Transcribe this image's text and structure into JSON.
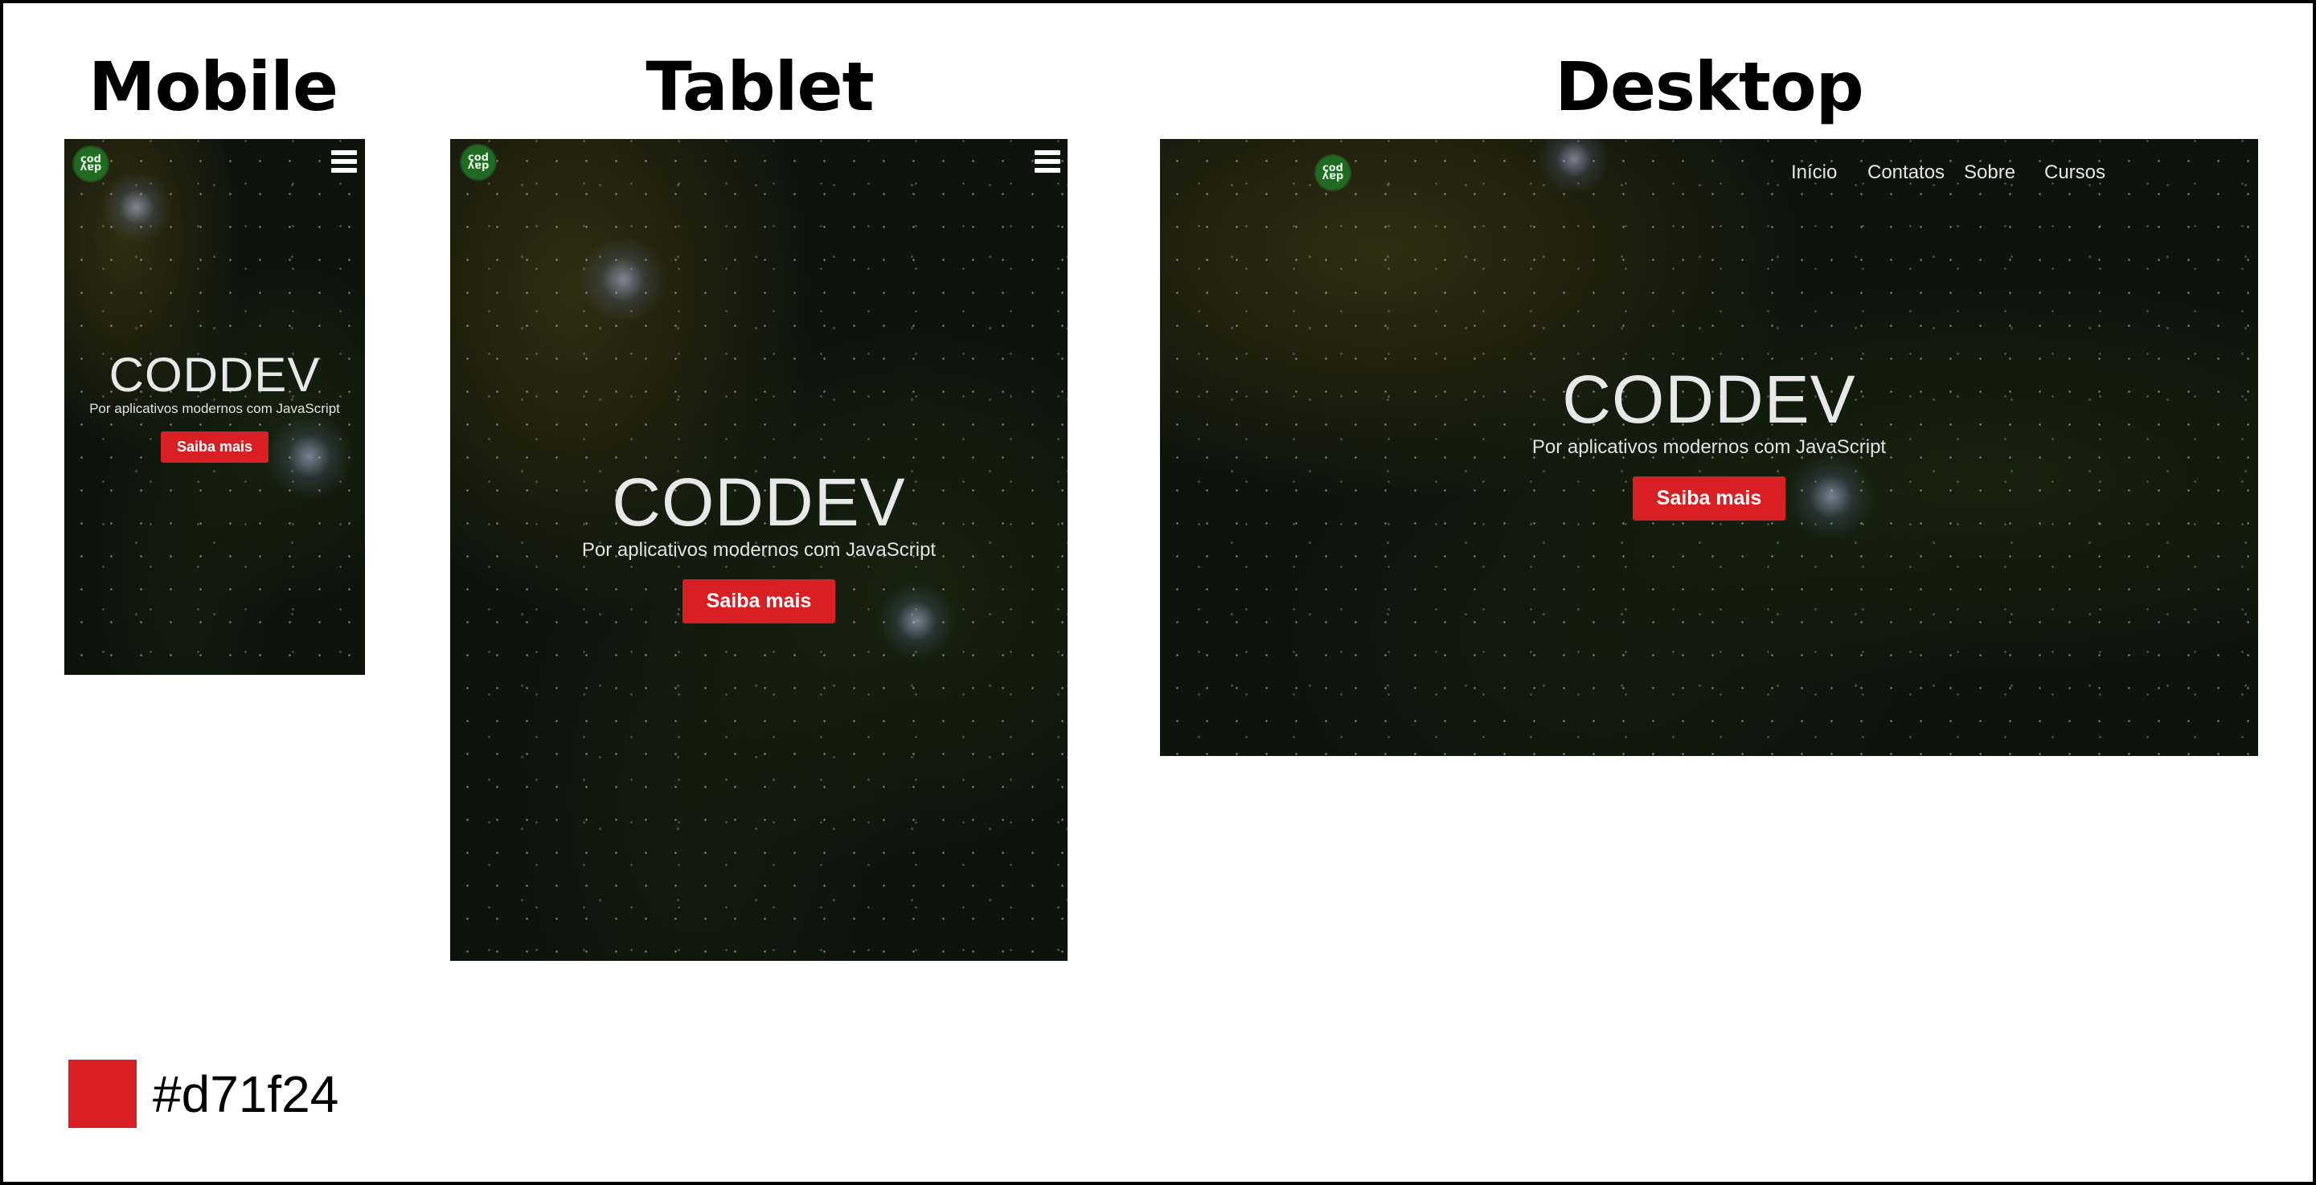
{
  "headings": {
    "mobile": "Mobile",
    "tablet": "Tablet",
    "desktop": "Desktop"
  },
  "logo": {
    "line1": "cod",
    "line2": "ʎɐp"
  },
  "hero": {
    "title": "CODDEV",
    "subtitle": "Por aplicativos modernos com JavaScript",
    "button_label": "Saiba mais"
  },
  "nav": {
    "items": [
      "Início",
      "Contatos",
      "Sobre",
      "Cursos"
    ]
  },
  "palette": {
    "accent_hex": "#d71f24",
    "label": "#d71f24"
  },
  "icons": {
    "menu": "hamburger-menu-icon",
    "logo": "coddev-logo-icon"
  }
}
